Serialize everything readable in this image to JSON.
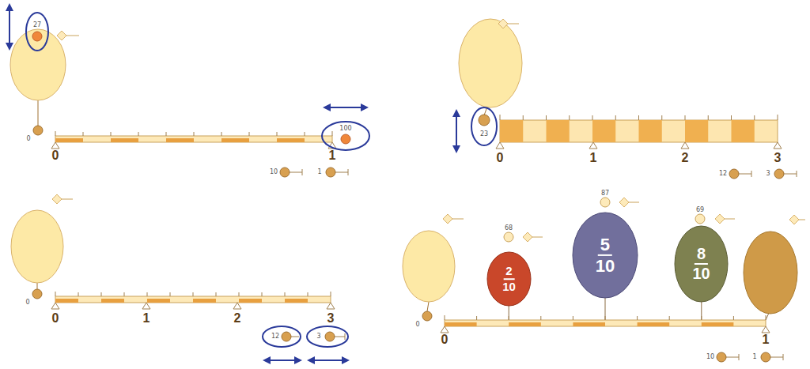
{
  "diagram": {
    "nodes": [
      {
        "text": [
          "2",
          "10"
        ]
      },
      {
        "text": [
          "5",
          "10"
        ]
      },
      {
        "text": [
          "8",
          "10"
        ]
      }
    ],
    "labels": [
      "27",
      "0",
      "0",
      "1",
      "100",
      "10",
      "1",
      "23",
      "0",
      "1",
      "2",
      "3",
      "12",
      "3",
      "0",
      "0",
      "1",
      "2",
      "3",
      "12",
      "3",
      "68",
      "87",
      "69",
      "0",
      "0",
      "1",
      "10",
      "1"
    ]
  }
}
